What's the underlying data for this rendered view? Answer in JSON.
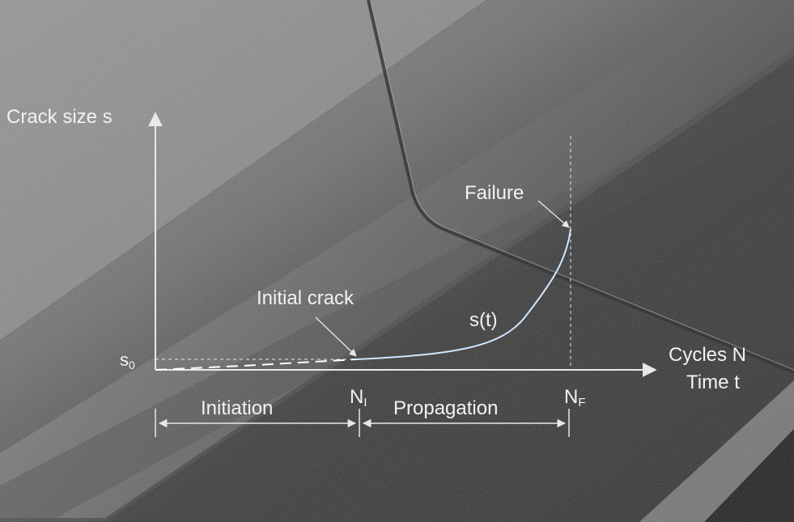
{
  "chart_data": {
    "type": "line",
    "ylabel": "Crack size s",
    "xlabel_line1": "Cycles N",
    "xlabel_line2": "Time t",
    "y_tick": {
      "base": "s",
      "sub": "0"
    },
    "x_ticks": [
      {
        "base": "N",
        "sub": "I"
      },
      {
        "base": "N",
        "sub": "F"
      }
    ],
    "series_label": "s(t)",
    "annotations": {
      "initial_crack": "Initial crack",
      "failure": "Failure"
    },
    "phases": {
      "initiation": "Initiation",
      "propagation": "Propagation"
    },
    "grid": false,
    "legend": false,
    "colors": {
      "axes": "#e8e8e8",
      "curve": "#cfe6ff",
      "text": "#f2f2f2"
    }
  },
  "background": {
    "description_icon": "weld-fracture-photo-background"
  }
}
